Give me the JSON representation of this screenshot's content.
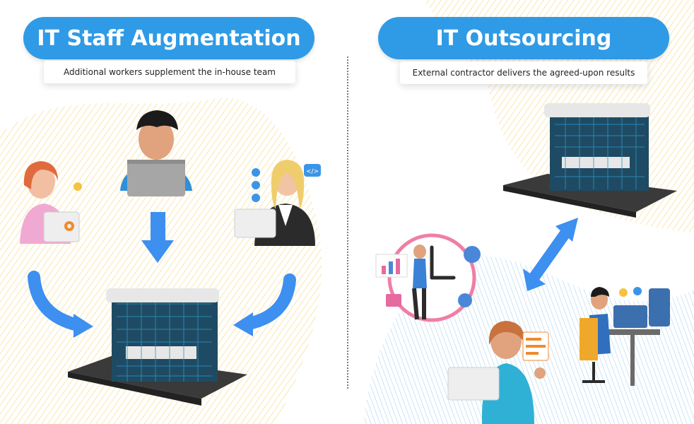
{
  "left": {
    "title": "IT Staff Augmentation",
    "subtitle": "Additional workers supplement the in-house team"
  },
  "right": {
    "title": "IT Outsourcing",
    "subtitle": "External contractor delivers the agreed-upon results"
  },
  "icons": {
    "code_badge": "</>"
  },
  "colors": {
    "accent_blue": "#2f9be6",
    "arrow_blue": "#3d8ff0",
    "wave_yellow": "#f3cf63",
    "wave_blue": "#8fc7ef",
    "building_glass": "#1e4b63"
  }
}
